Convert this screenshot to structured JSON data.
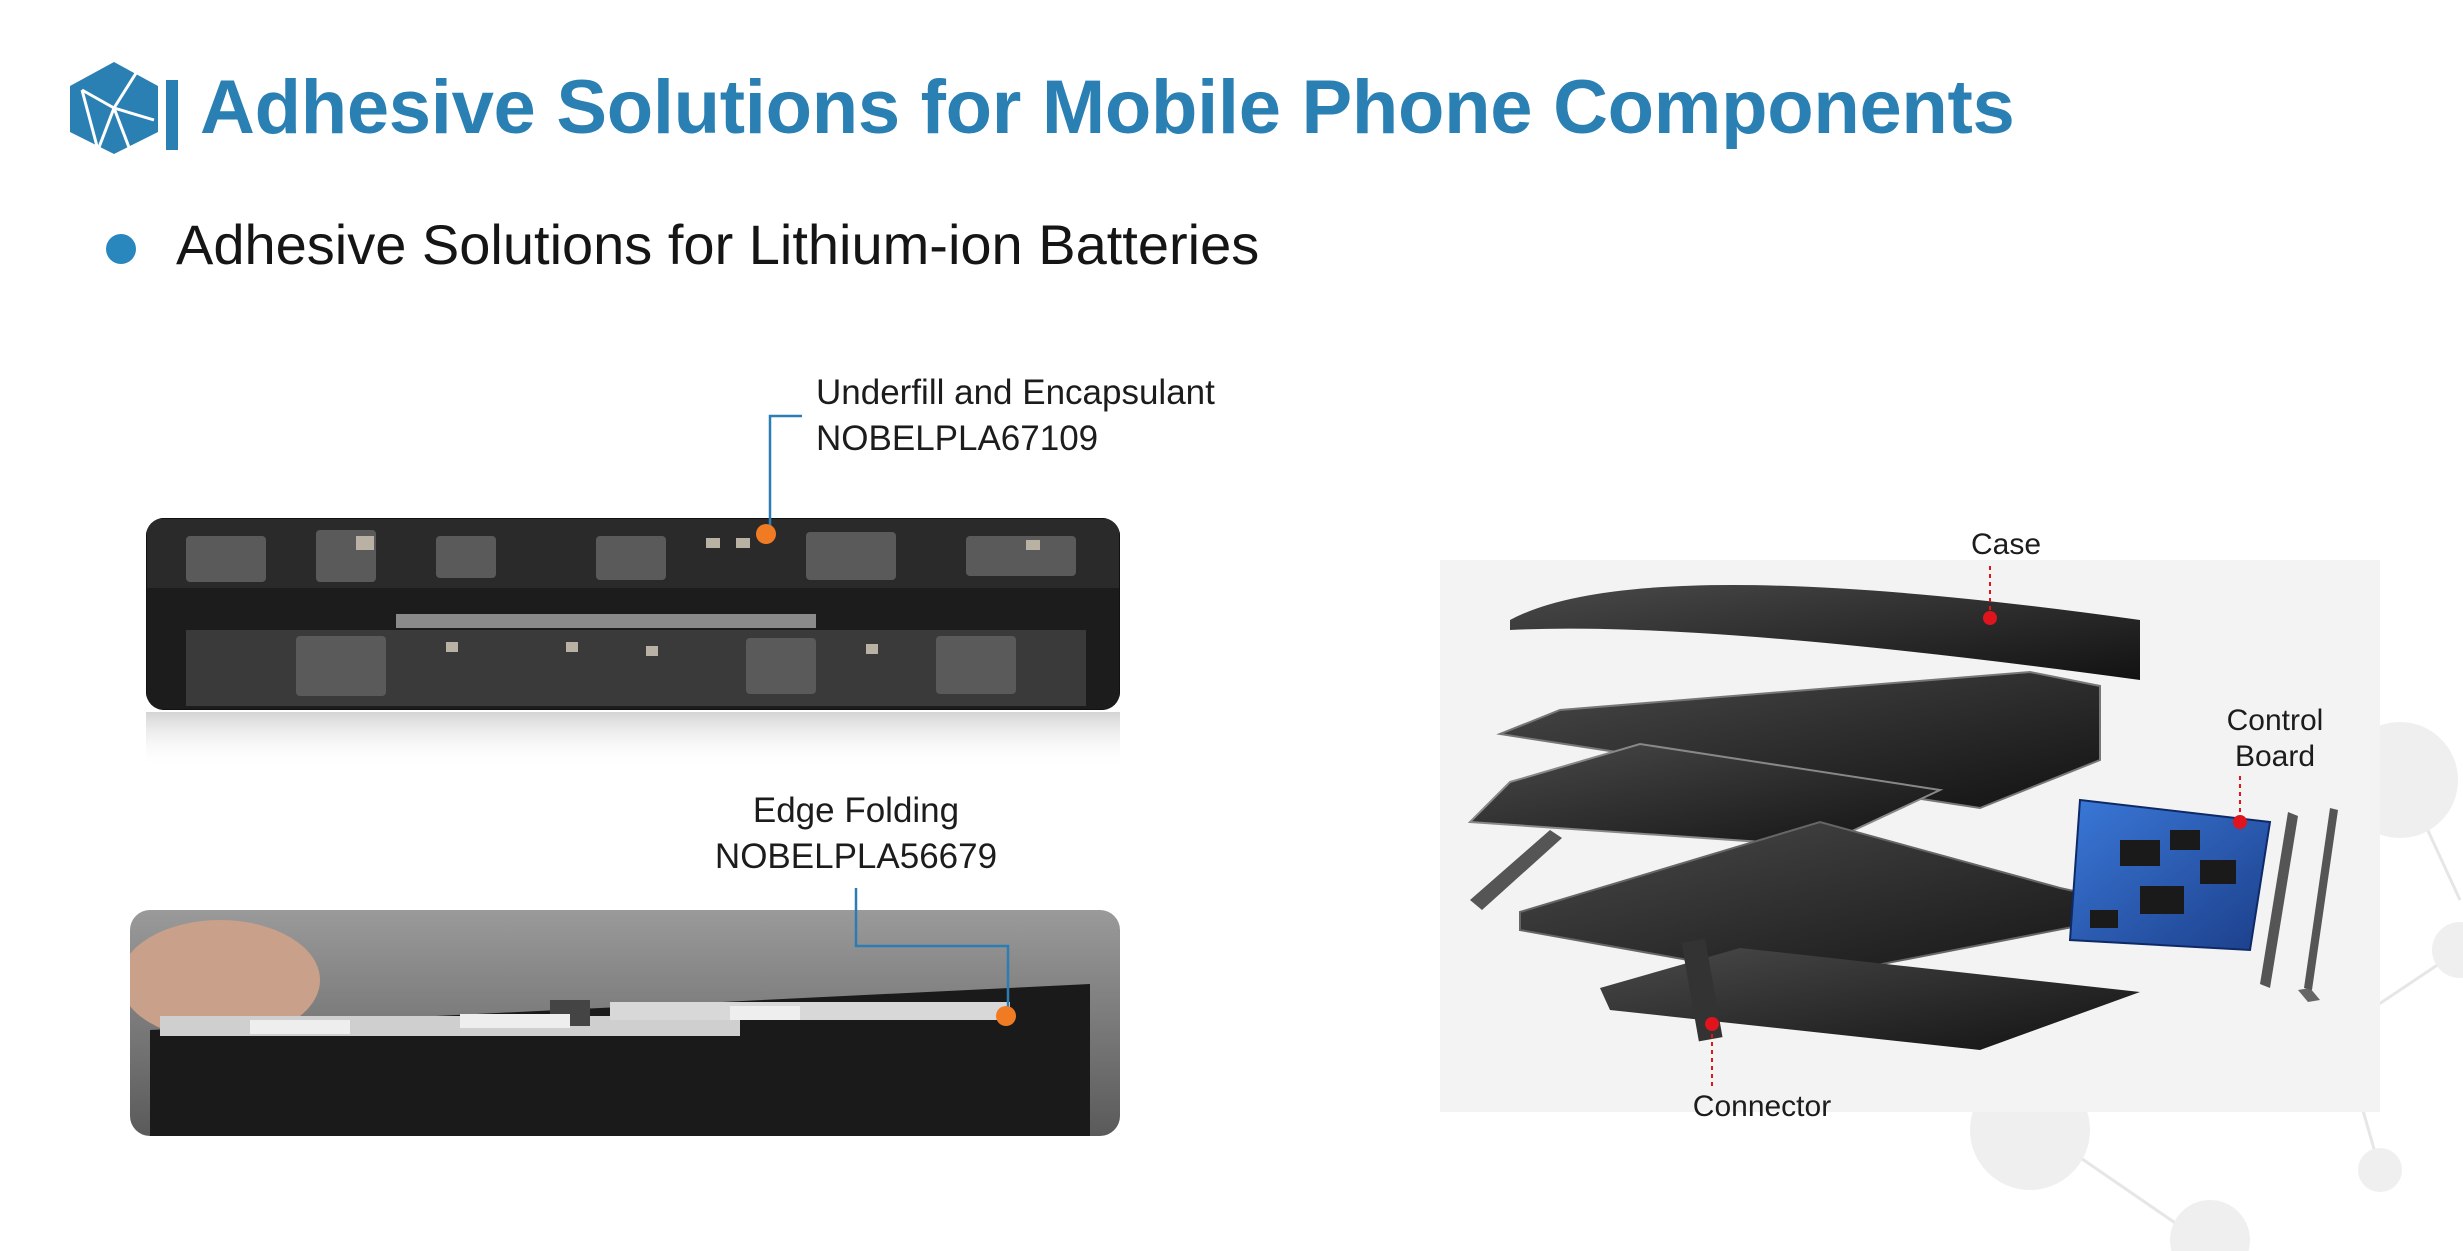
{
  "header": {
    "title": "Adhesive Solutions for Mobile Phone Components",
    "logo_icon": "blue-hexagon-crystal-logo"
  },
  "section": {
    "subtitle": "Adhesive Solutions for Lithium-ion Batteries"
  },
  "callouts": {
    "underfill": {
      "line1": "Underfill and Encapsulant",
      "line2": "NOBELPLA67109"
    },
    "edge_folding": {
      "line1": "Edge Folding",
      "line2": "NOBELPLA56679"
    }
  },
  "diagram_labels": {
    "case": "Case",
    "control_board_line1": "Control",
    "control_board_line2": "Board",
    "connector": "Connector"
  },
  "colors": {
    "brand_blue": "#2a7fb3",
    "bullet_blue": "#2a87bd",
    "leader_line": "#2b7db3",
    "marker_orange": "#f07b22",
    "marker_red": "#e0141c"
  }
}
